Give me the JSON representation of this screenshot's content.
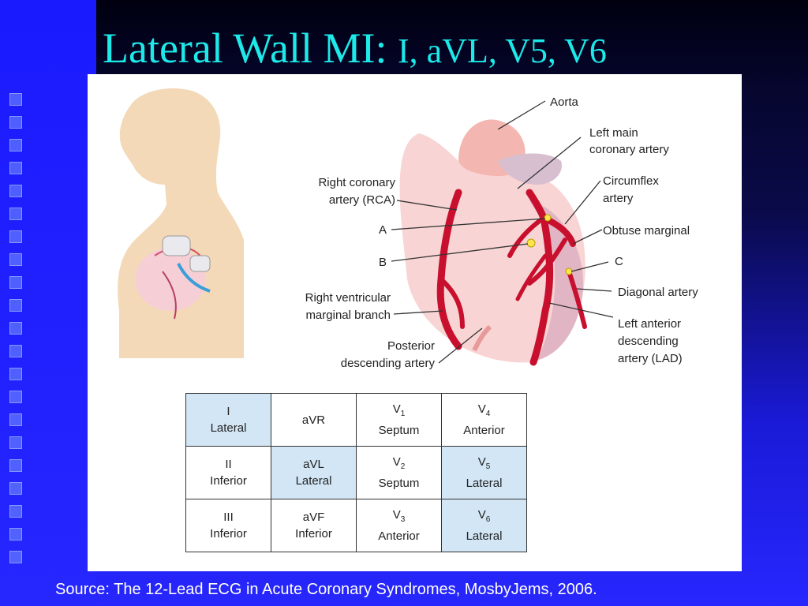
{
  "slide": {
    "title_main": "Lateral Wall MI: ",
    "title_leads": "I, aVL, V5, V6",
    "source": "Source: The 12-Lead ECG in Acute Coronary Syndromes, MosbyJems, 2006."
  },
  "diagram_labels": {
    "aorta": "Aorta",
    "left_main_1": "Left main",
    "left_main_2": "coronary artery",
    "circumflex_1": "Circumflex",
    "circumflex_2": "artery",
    "obtuse": "Obtuse marginal",
    "c": "C",
    "diagonal": "Diagonal artery",
    "lad_1": "Left anterior",
    "lad_2": "descending",
    "lad_3": "artery (LAD)",
    "rca_1": "Right coronary",
    "rca_2": "artery (RCA)",
    "a": "A",
    "b": "B",
    "rv_1": "Right ventricular",
    "rv_2": "marginal branch",
    "pda_1": "Posterior",
    "pda_2": "descending artery"
  },
  "lead_table": [
    [
      {
        "lead": "I",
        "sub": "",
        "region": "Lateral",
        "highlight": true
      },
      {
        "lead": "aVR",
        "sub": "",
        "region": "",
        "highlight": false
      },
      {
        "lead": "V",
        "sub": "1",
        "region": "Septum",
        "highlight": false
      },
      {
        "lead": "V",
        "sub": "4",
        "region": "Anterior",
        "highlight": false
      }
    ],
    [
      {
        "lead": "II",
        "sub": "",
        "region": "Inferior",
        "highlight": false
      },
      {
        "lead": "aVL",
        "sub": "",
        "region": "Lateral",
        "highlight": true
      },
      {
        "lead": "V",
        "sub": "2",
        "region": "Septum",
        "highlight": false
      },
      {
        "lead": "V",
        "sub": "5",
        "region": "Lateral",
        "highlight": true
      }
    ],
    [
      {
        "lead": "III",
        "sub": "",
        "region": "Inferior",
        "highlight": false
      },
      {
        "lead": "aVF",
        "sub": "",
        "region": "Inferior",
        "highlight": false
      },
      {
        "lead": "V",
        "sub": "3",
        "region": "Anterior",
        "highlight": false
      },
      {
        "lead": "V",
        "sub": "6",
        "region": "Lateral",
        "highlight": true
      }
    ]
  ],
  "colors": {
    "title": "#1de9e9",
    "artery": "#c8102e",
    "highlight_cell": "#d2e6f5",
    "skin": "#f3d9b8"
  }
}
